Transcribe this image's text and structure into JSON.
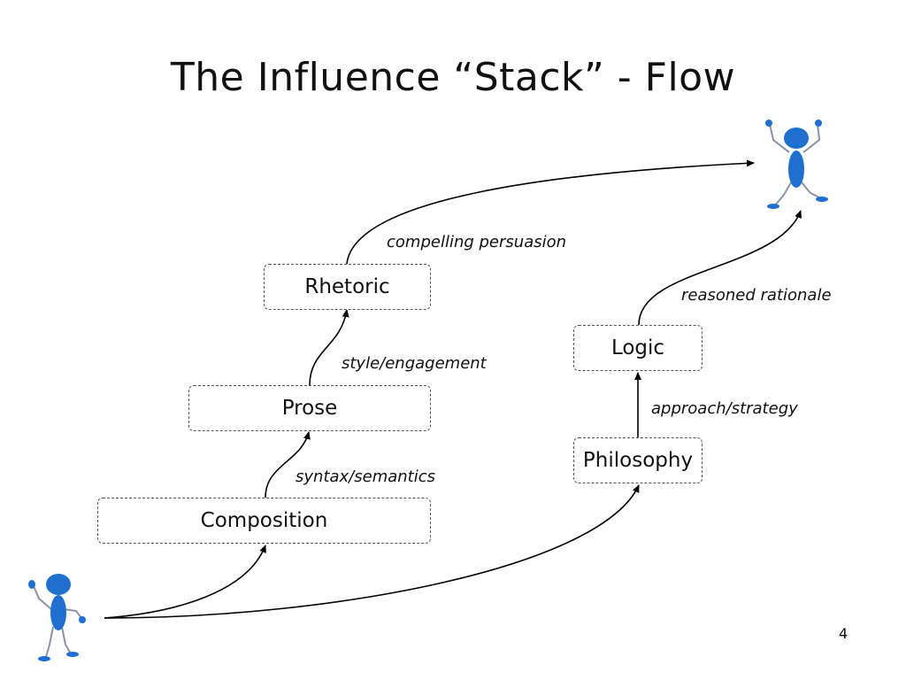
{
  "slide": {
    "title": "The Influence “Stack” -  Flow",
    "page_number": "4"
  },
  "boxes": {
    "rhetoric": "Rhetoric",
    "prose": "Prose",
    "composition": "Composition",
    "logic": "Logic",
    "philosophy": "Philosophy"
  },
  "edge_labels": {
    "compelling_persuasion": "compelling persuasion",
    "style_engagement": "style/engagement",
    "syntax_semantics": "syntax/semantics",
    "reasoned_rationale": "reasoned rationale",
    "approach_strategy": "approach/strategy"
  },
  "colors": {
    "figure_blue": "#1f6fd1",
    "line": "#000000"
  },
  "icons": {
    "start_figure": "waving-stick-figure-icon",
    "end_figure": "cheering-stick-figure-icon"
  }
}
